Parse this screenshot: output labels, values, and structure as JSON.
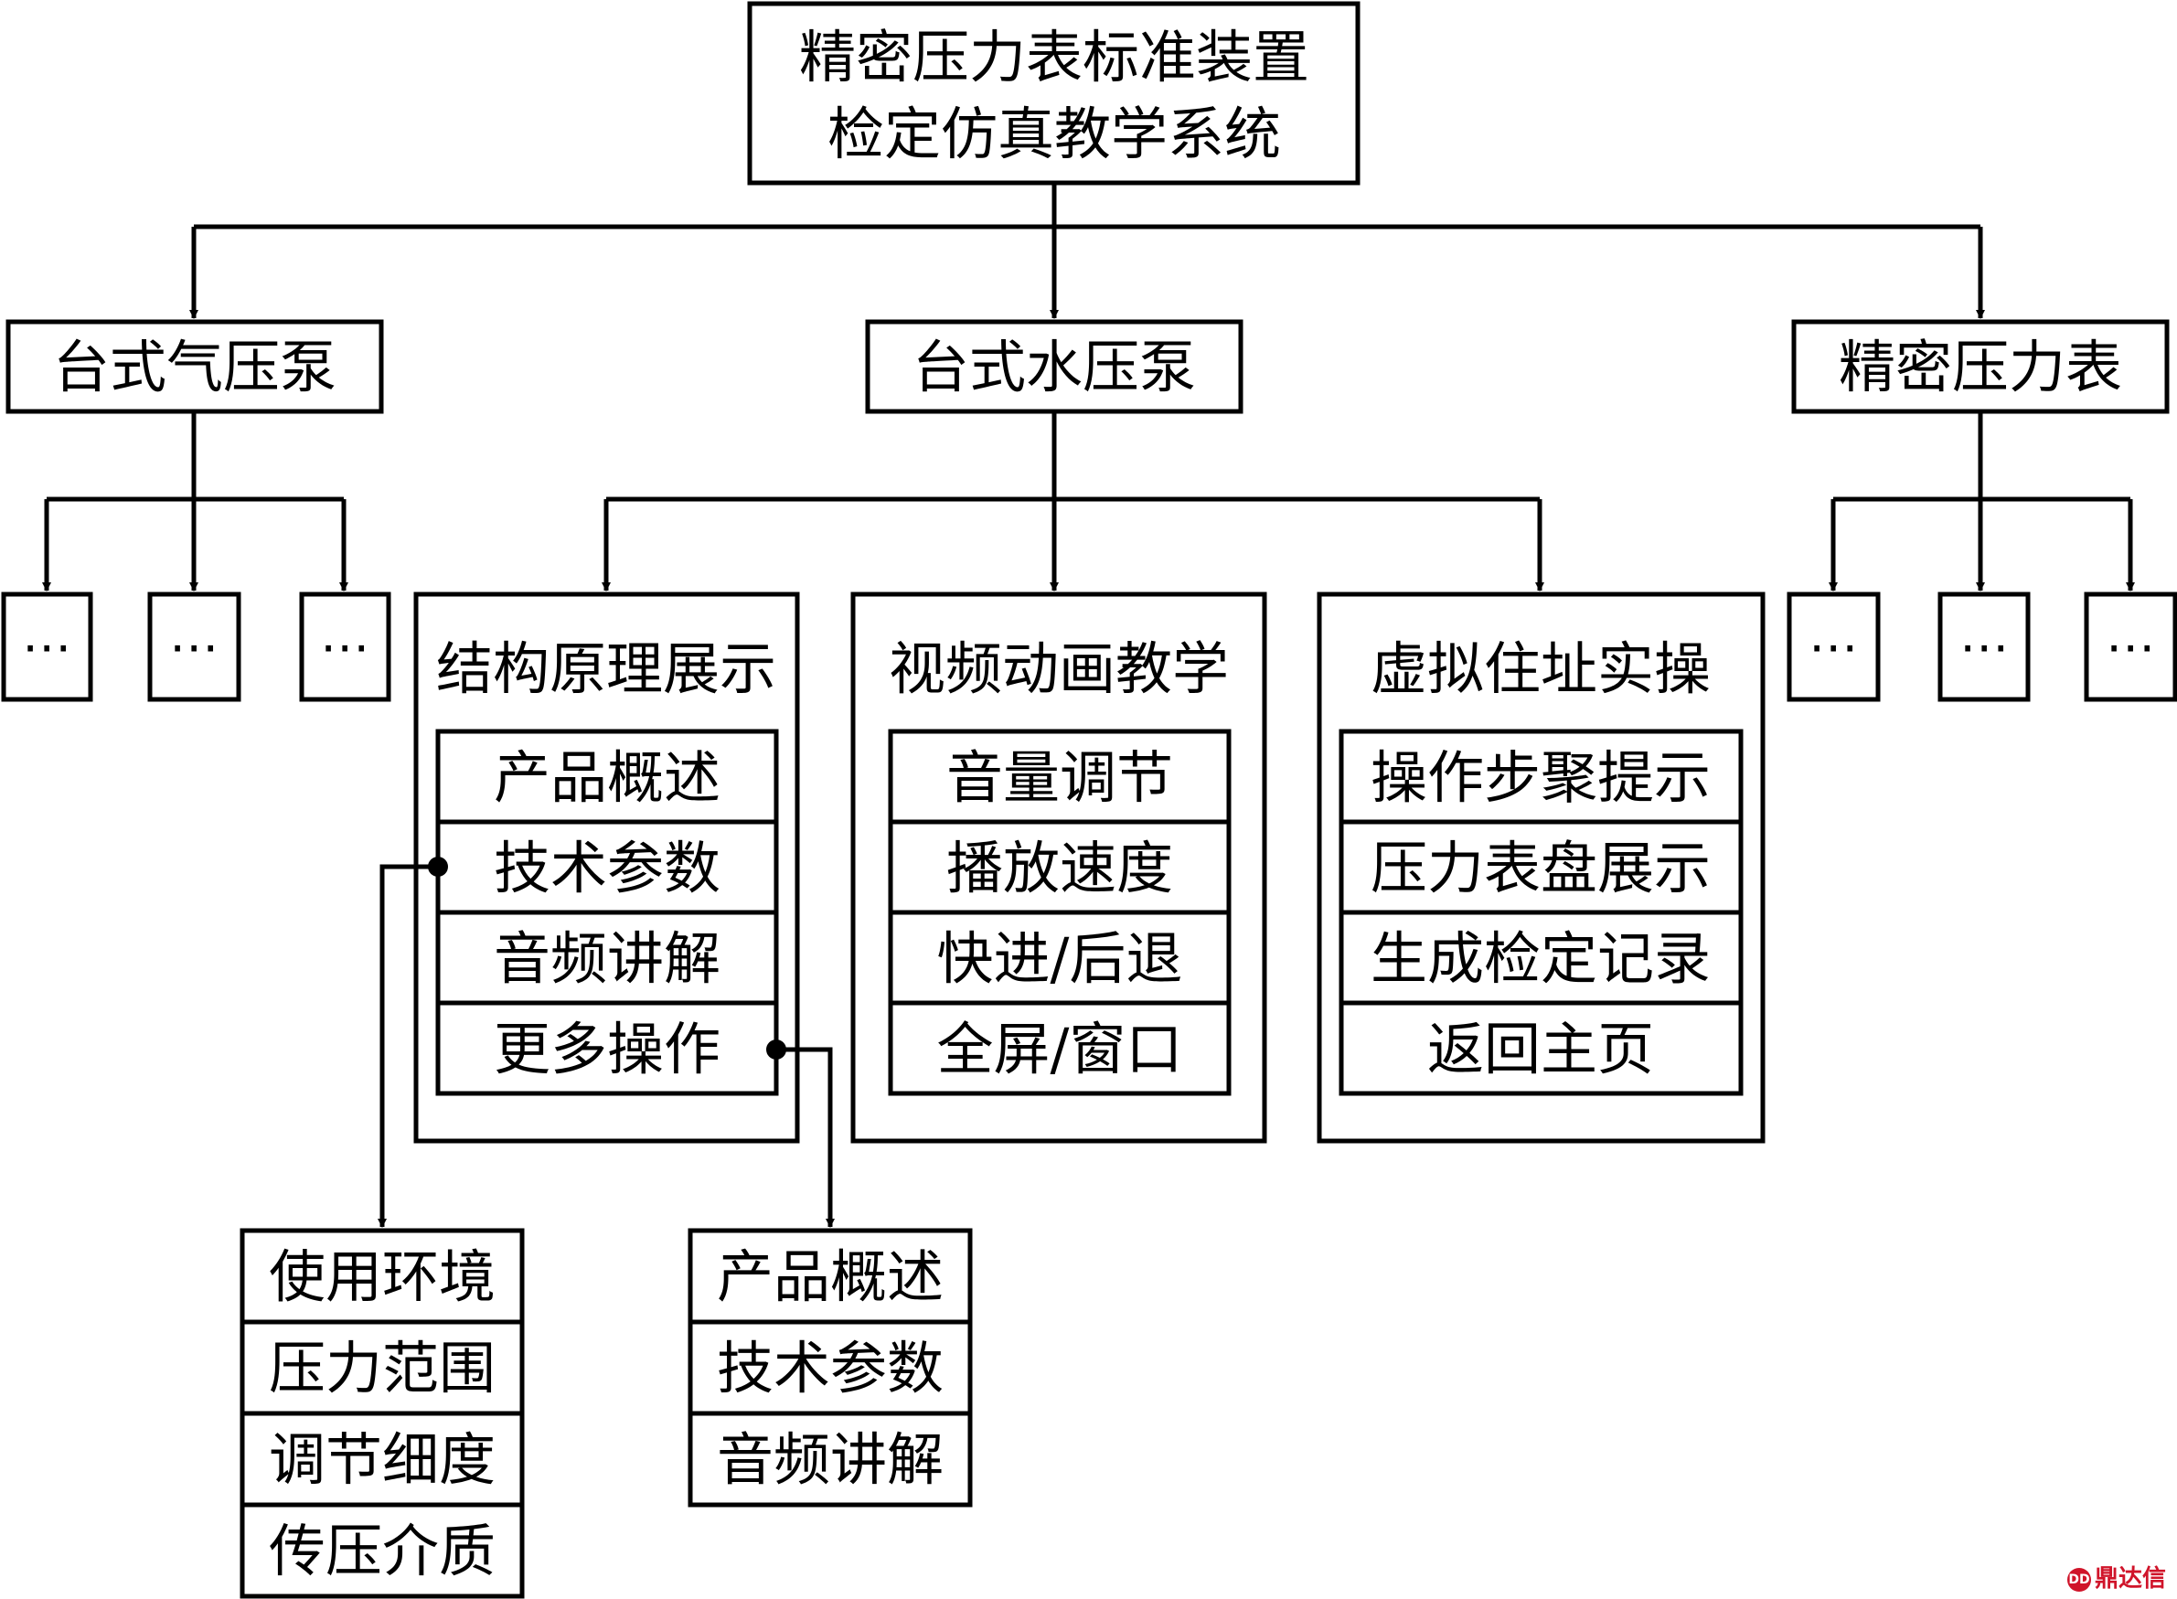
{
  "root": {
    "line1": "精密压力表标准装置",
    "line2": "检定仿真教学系统"
  },
  "level1": [
    "台式气压泵",
    "台式水压泵",
    "精密压力表"
  ],
  "ellipsis": "⋯",
  "modules": [
    {
      "title": "结构原理展示",
      "items": [
        "产品概述",
        "技术参数",
        "音频讲解",
        "更多操作"
      ]
    },
    {
      "title": "视频动画教学",
      "items": [
        "音量调节",
        "播放速度",
        "快进/后退",
        "全屏/窗口"
      ]
    },
    {
      "title": "虚拟住址实操",
      "items": [
        "操作步聚提示",
        "压力表盘展示",
        "生成检定记录",
        "返回主页"
      ]
    }
  ],
  "sub_tech": [
    "使用环境",
    "压力范围",
    "调节细度",
    "传压介质"
  ],
  "sub_more": [
    "产品概述",
    "技术参数",
    "音频讲解"
  ],
  "watermark": "鼎达信"
}
